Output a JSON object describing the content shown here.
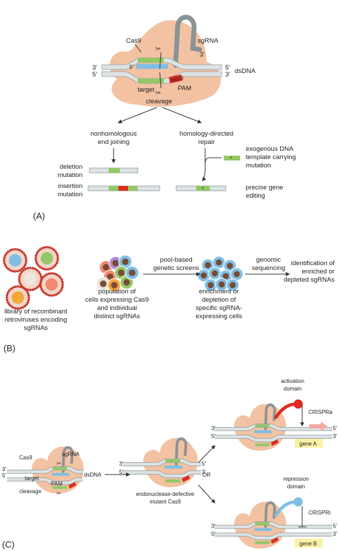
{
  "colors": {
    "cas9": "#f2c2a2",
    "dna_fill": "#dde3e4",
    "dna_stroke": "#8f9a9c",
    "green": "#93c866",
    "blue": "#7fbfe6",
    "red": "#dd2b1f",
    "sgrna": "#8a9396",
    "gene_box": "#f9f1a6",
    "arrow_pink": "#f2a8a0"
  },
  "panel_a": {
    "label": "(A)",
    "cas9": "Cas9",
    "sgrna": "sgRNA",
    "sgrna_3": "3′",
    "dsdna": "dsDNA",
    "end3_left": "3′",
    "end5_left": "5′",
    "end5_right": "5′",
    "end3_right": "3′",
    "inner5": "5′",
    "target": "target",
    "pam": "PAM",
    "pam_seq": "NGG",
    "cleavage": "cleavage",
    "nhej": [
      "nonhomologous",
      "end joining"
    ],
    "hdr": [
      "homology-directed",
      "repair"
    ],
    "deletion": [
      "deletion",
      "mutation"
    ],
    "insertion": [
      "insertion",
      "mutation"
    ],
    "exogenous": [
      "exogenous DNA",
      "template carrying",
      "mutation"
    ],
    "precise": [
      "precise gene",
      "editing"
    ],
    "star": "*"
  },
  "panel_b": {
    "label": "(B)",
    "library": [
      "library of recombinant",
      "retroviruses encoding",
      "sgRNAs"
    ],
    "population": [
      "population of",
      "cells expressing Cas9",
      "and individual",
      "distinct sgRNAs"
    ],
    "screens": [
      "pool-based",
      "genetic screens"
    ],
    "enrichment": [
      "enrichment or",
      "depletion of",
      "specific sgRNA-",
      "expressing cells"
    ],
    "genomic": [
      "genomic",
      "sequencing"
    ],
    "identification": [
      "identification of",
      "enriched or",
      "depleted sgRNAs"
    ]
  },
  "panel_c": {
    "label": "(C)",
    "cas9": "Cas9",
    "sgrna": "sgRNA",
    "target": "target",
    "pam": "PAM",
    "cleavage": "cleavage",
    "dsdna": "dsDNA",
    "mutant": [
      "endonuclease-defective",
      "mutant Cas9"
    ],
    "or": "OR",
    "activation": [
      "activation",
      "domain"
    ],
    "repression": [
      "repression",
      "domain"
    ],
    "crispra": "CRISPRa",
    "crispri": "CRISPRi",
    "gene_a": "gene A",
    "gene_b": "gene B",
    "p3": "3′",
    "p5": "5′"
  }
}
